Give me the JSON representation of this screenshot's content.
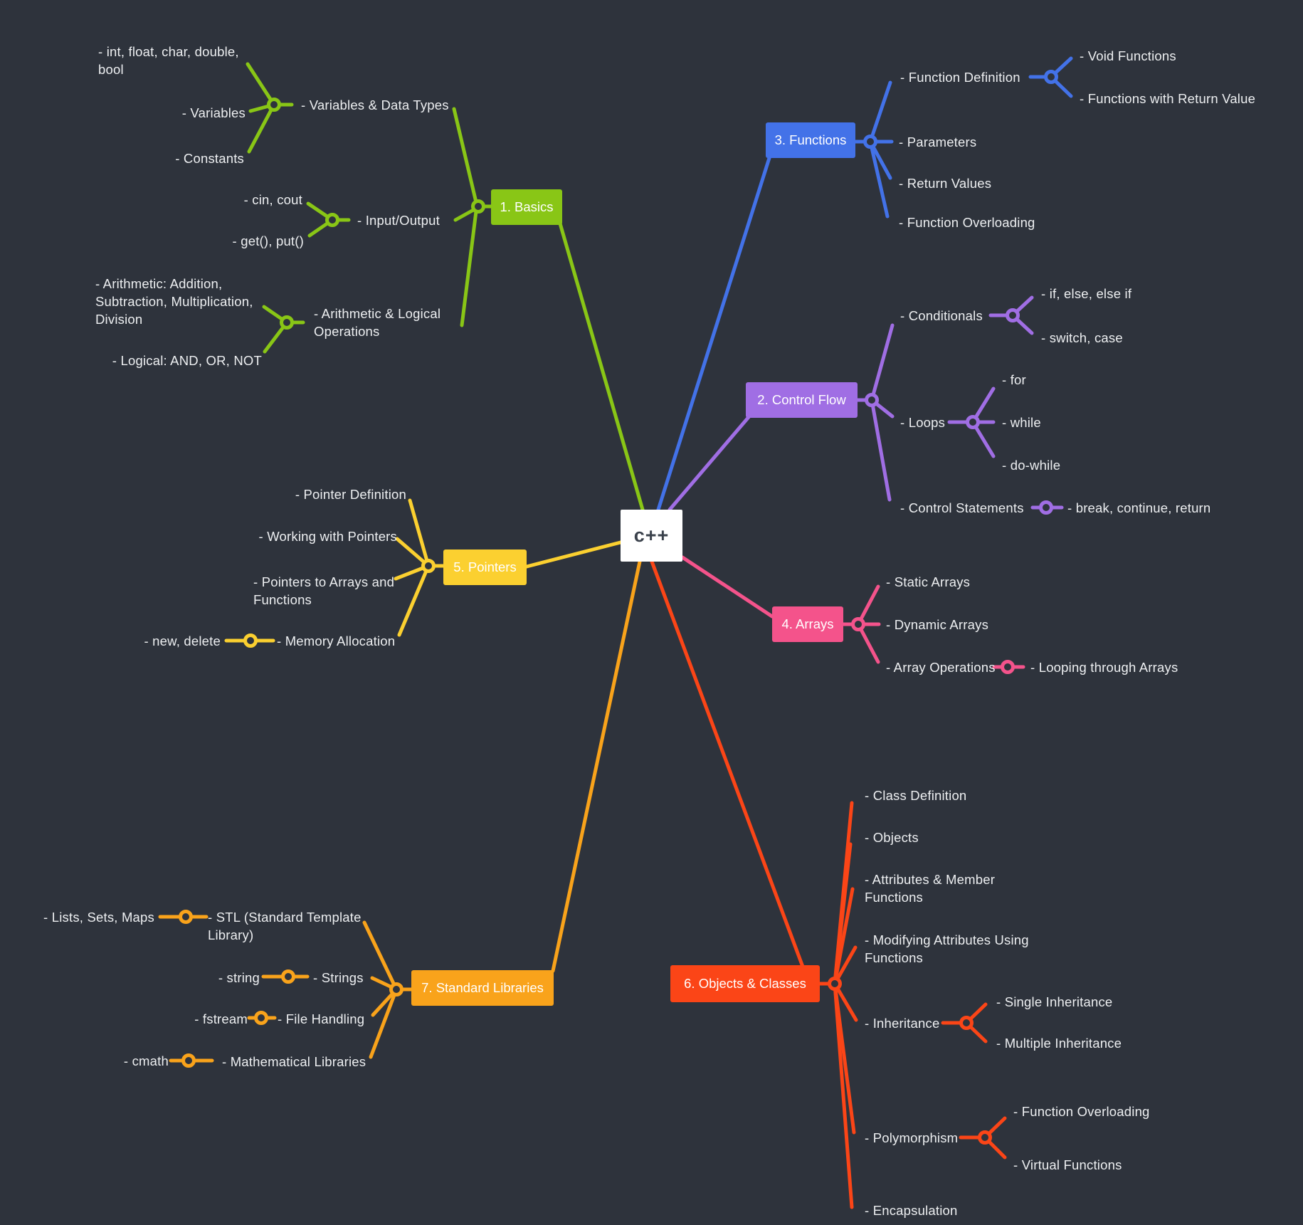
{
  "center": {
    "label": "c++"
  },
  "colors": {
    "background": "#2E333C",
    "basics": "#89C616",
    "control_flow": "#A06EE4",
    "functions": "#4372E8",
    "arrays": "#F4538B",
    "pointers": "#FBD030",
    "objects_classes": "#FB4517",
    "standard_libraries": "#F9A31B",
    "center_bg": "#FFFFFF",
    "center_text": "#3A414B",
    "label_text": "#EDEFF1"
  },
  "branches": [
    {
      "label": "1. Basics",
      "color": "#89C616",
      "children": [
        {
          "lines": [
            "- Variables & Data Types"
          ],
          "children": [
            {
              "lines": [
                "- int, float, char, double,",
                "bool"
              ]
            },
            {
              "lines": [
                "- Variables"
              ]
            },
            {
              "lines": [
                "- Constants"
              ]
            }
          ]
        },
        {
          "lines": [
            "- Input/Output"
          ],
          "children": [
            {
              "lines": [
                "- cin, cout"
              ]
            },
            {
              "lines": [
                "- get(), put()"
              ]
            }
          ]
        },
        {
          "lines": [
            "- Arithmetic & Logical",
            "Operations"
          ],
          "children": [
            {
              "lines": [
                "- Arithmetic: Addition,",
                "Subtraction, Multiplication,",
                "Division"
              ]
            },
            {
              "lines": [
                "- Logical: AND, OR, NOT"
              ]
            }
          ]
        }
      ]
    },
    {
      "label": "2. Control Flow",
      "color": "#A06EE4",
      "children": [
        {
          "lines": [
            "- Conditionals"
          ],
          "children": [
            {
              "lines": [
                "- if, else, else if"
              ]
            },
            {
              "lines": [
                "- switch, case"
              ]
            }
          ]
        },
        {
          "lines": [
            "- Loops"
          ],
          "children": [
            {
              "lines": [
                "- for"
              ]
            },
            {
              "lines": [
                "- while"
              ]
            },
            {
              "lines": [
                "- do-while"
              ]
            }
          ]
        },
        {
          "lines": [
            "- Control Statements"
          ],
          "children": [
            {
              "lines": [
                "- break, continue, return"
              ]
            }
          ]
        }
      ]
    },
    {
      "label": "3. Functions",
      "color": "#4372E8",
      "children": [
        {
          "lines": [
            "- Function Definition"
          ],
          "children": [
            {
              "lines": [
                "- Void Functions"
              ]
            },
            {
              "lines": [
                "- Functions with Return Value"
              ]
            }
          ]
        },
        {
          "lines": [
            "- Parameters"
          ]
        },
        {
          "lines": [
            "- Return Values"
          ]
        },
        {
          "lines": [
            "- Function Overloading"
          ]
        }
      ]
    },
    {
      "label": "4. Arrays",
      "color": "#F4538B",
      "children": [
        {
          "lines": [
            "- Static Arrays"
          ]
        },
        {
          "lines": [
            "- Dynamic Arrays"
          ]
        },
        {
          "lines": [
            "- Array Operations"
          ],
          "children": [
            {
              "lines": [
                "- Looping through Arrays"
              ]
            }
          ]
        }
      ]
    },
    {
      "label": "5. Pointers",
      "color": "#FBD030",
      "children": [
        {
          "lines": [
            "- Pointer Definition"
          ]
        },
        {
          "lines": [
            "- Working with Pointers"
          ]
        },
        {
          "lines": [
            "- Pointers to Arrays and",
            "Functions"
          ]
        },
        {
          "lines": [
            "- Memory Allocation"
          ],
          "children": [
            {
              "lines": [
                "- new, delete"
              ]
            }
          ]
        }
      ]
    },
    {
      "label": "6. Objects & Classes",
      "color": "#FB4517",
      "children": [
        {
          "lines": [
            "- Class Definition"
          ]
        },
        {
          "lines": [
            "- Objects"
          ]
        },
        {
          "lines": [
            "- Attributes & Member",
            "Functions"
          ]
        },
        {
          "lines": [
            "- Modifying Attributes Using",
            "Functions"
          ]
        },
        {
          "lines": [
            "- Inheritance"
          ],
          "children": [
            {
              "lines": [
                "- Single Inheritance"
              ]
            },
            {
              "lines": [
                "- Multiple Inheritance"
              ]
            }
          ]
        },
        {
          "lines": [
            "- Polymorphism"
          ],
          "children": [
            {
              "lines": [
                "- Function Overloading"
              ]
            },
            {
              "lines": [
                "- Virtual Functions"
              ]
            }
          ]
        },
        {
          "lines": [
            "- Encapsulation"
          ]
        }
      ]
    },
    {
      "label": "7. Standard Libraries",
      "color": "#F9A31B",
      "children": [
        {
          "lines": [
            "- STL (Standard Template",
            "Library)"
          ],
          "children": [
            {
              "lines": [
                "- Lists, Sets, Maps"
              ]
            }
          ]
        },
        {
          "lines": [
            "- Strings"
          ],
          "children": [
            {
              "lines": [
                "- string"
              ]
            }
          ]
        },
        {
          "lines": [
            "- File Handling"
          ],
          "children": [
            {
              "lines": [
                "- fstream"
              ]
            }
          ]
        },
        {
          "lines": [
            "- Mathematical Libraries"
          ],
          "children": [
            {
              "lines": [
                "- cmath"
              ]
            }
          ]
        }
      ]
    }
  ]
}
